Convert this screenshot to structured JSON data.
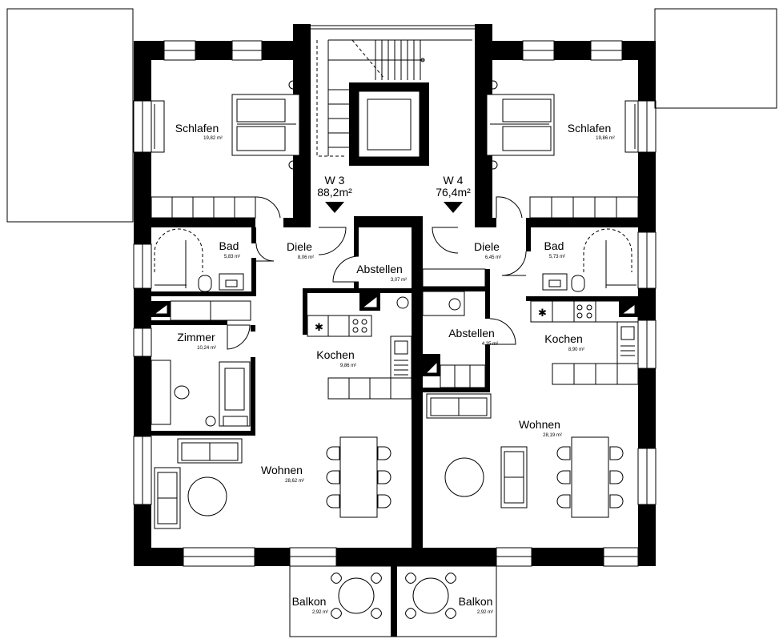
{
  "units": {
    "w3": {
      "name": "W 3",
      "area": "88,2m²"
    },
    "w4": {
      "name": "W 4",
      "area": "76,4m²"
    }
  },
  "rooms": {
    "schlafen_left": {
      "name": "Schlafen",
      "area": "19,82 m²"
    },
    "schlafen_right": {
      "name": "Schlafen",
      "area": "19,86 m²"
    },
    "bad_left": {
      "name": "Bad",
      "area": "5,83 m²"
    },
    "bad_right": {
      "name": "Bad",
      "area": "5,73 m²"
    },
    "diele_left": {
      "name": "Diele",
      "area": "8,06 m²"
    },
    "diele_right": {
      "name": "Diele",
      "area": "6,45 m²"
    },
    "abstellen_left": {
      "name": "Abstellen",
      "area": "3,07 m²"
    },
    "abstellen_right": {
      "name": "Abstellen",
      "area": "4,35 m²"
    },
    "zimmer": {
      "name": "Zimmer",
      "area": "10,24 m²"
    },
    "kochen_left": {
      "name": "Kochen",
      "area": "9,86 m²"
    },
    "kochen_right": {
      "name": "Kochen",
      "area": "8,90 m²"
    },
    "wohnen_left": {
      "name": "Wohnen",
      "area": "28,62 m²"
    },
    "wohnen_right": {
      "name": "Wohnen",
      "area": "28,19 m²"
    },
    "balkon_left": {
      "name": "Balkon",
      "area": "2,92 m²"
    },
    "balkon_right": {
      "name": "Balkon",
      "area": "2,92 m²"
    }
  },
  "icons": [
    "entrance-arrow-icon",
    "door-swing-icon",
    "bed-icon",
    "table-icon",
    "sofa-icon",
    "toilet-icon",
    "shower-icon",
    "sink-icon",
    "stove-icon",
    "staircase-icon"
  ]
}
